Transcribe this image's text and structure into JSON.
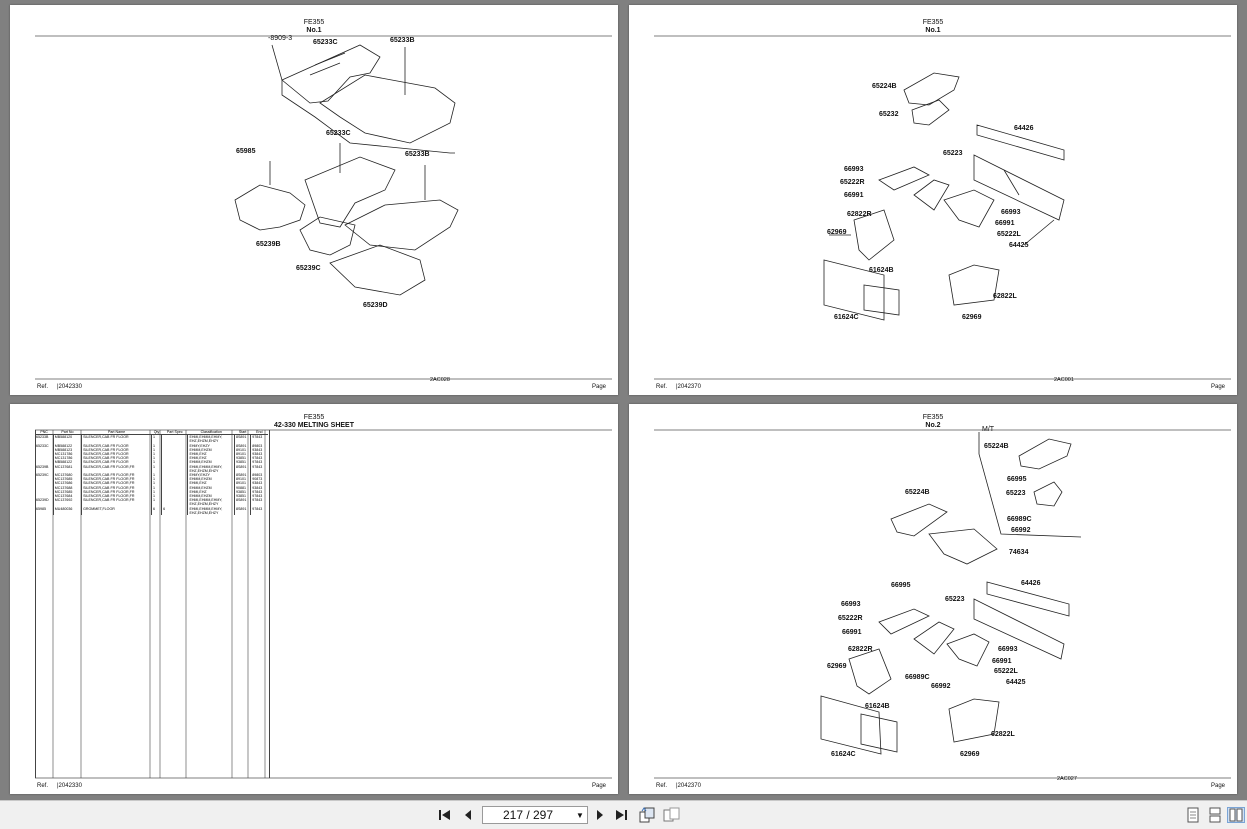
{
  "pages": {
    "p1": {
      "model": "FE355",
      "sub": "No.1",
      "ref_label": "Ref.",
      "ref_num": "|2042330",
      "page_label": "Page",
      "drawing_code": "2AC028",
      "labels": [
        "-8909-3",
        "65233C",
        "65233B",
        "65233C",
        "65233B",
        "65985",
        "65239B",
        "65239C",
        "65239D"
      ]
    },
    "p2": {
      "model": "FE355",
      "sub": "No.1",
      "ref_label": "Ref.",
      "ref_num": "|2042370",
      "page_label": "Page",
      "drawing_code": "2AC001",
      "labels": [
        "65224B",
        "65232",
        "64426",
        "65223",
        "66993",
        "65222R",
        "66991",
        "66993",
        "66991",
        "62822R",
        "65222L",
        "62969",
        "64425",
        "61624B",
        "62822L",
        "61624C",
        "62969"
      ]
    },
    "p3": {
      "model": "FE355",
      "sub": "42-330 MELTING SHEET",
      "ref_label": "Ref.",
      "ref_num": "|2042330",
      "page_label": "Page",
      "table": {
        "headers": [
          "PNC",
          "Part No",
          "Part Name",
          "Qty",
          "Part Spec",
          "Classification",
          "Start",
          "End"
        ],
        "rows": [
          [
            "65233B",
            "MB588120",
            "SILENCER,CAB FR FLOOR",
            "1",
            "",
            "EHMI,EHMM,EHMY,",
            "8S891",
            "97843"
          ],
          [
            "",
            "",
            "",
            "",
            "",
            "EHZ,EHZM,EHZY",
            "",
            ""
          ],
          [
            "65233C",
            "MB588122",
            "SILENCER,CAB FR FLOOR",
            "1",
            "",
            "EHMY,EHZY",
            "8S891",
            "89803"
          ],
          [
            "",
            "MB588123",
            "SILENCER,CAB FR FLOOR",
            "1",
            "",
            "EHMM,EHZM",
            "89101",
            "93843"
          ],
          [
            "",
            "MC131786",
            "SILENCER,CAB FR FLOOR",
            "1",
            "",
            "EHMI,EHZ",
            "89101",
            "93843"
          ],
          [
            "",
            "MC131786",
            "SILENCER,CAB FR FLOOR",
            "1",
            "",
            "EHMI,EHZ",
            "93851",
            "97843"
          ],
          [
            "",
            "MB588122",
            "SILENCER,CAB FR FLOOR",
            "1",
            "",
            "EHMM,EHZM",
            "93851",
            "97843"
          ],
          [
            "65239B",
            "MC137681",
            "SILENCER,CAB FR FLOOR,FR",
            "1",
            "",
            "EHMI,EHMM,EHMY,",
            "8S891",
            "97843"
          ],
          [
            "",
            "",
            "",
            "",
            "",
            "EHZ,EHZM,EHZY",
            "",
            ""
          ],
          [
            "65239C",
            "MC137680",
            "SILENCER,CAB FR FLOOR,FR",
            "1",
            "",
            "EHMY,EHZY",
            "8S891",
            "89803"
          ],
          [
            "",
            "MC137685",
            "SILENCER,CAB FR FLOOR,FR",
            "1",
            "",
            "EHMM,EHZM",
            "89101",
            "90873"
          ],
          [
            "",
            "MC137686",
            "SILENCER,CAB FR FLOOR,FR",
            "1",
            "",
            "EHMI,EHZ",
            "89101",
            "93843"
          ],
          [
            "",
            "MC137688",
            "SILENCER,CAB FR FLOOR,FR",
            "1",
            "",
            "EHMM,EHZM",
            "90881",
            "93843"
          ],
          [
            "",
            "MC137685",
            "SILENCER,CAB FR FLOOR,FR",
            "1",
            "",
            "EHMI,EHZ",
            "93851",
            "97843"
          ],
          [
            "",
            "MC137684",
            "SILENCER,CAB FR FLOOR,FR",
            "1",
            "",
            "EHMM,EHZM",
            "93851",
            "97843"
          ],
          [
            "65239D",
            "MC137692",
            "SILENCER,CAB FR FLOOR,FR",
            "1",
            "",
            "EHMI,EHMM,EHMY,",
            "8S891",
            "97843"
          ],
          [
            "",
            "",
            "",
            "",
            "",
            "EHZ,EHZM,EHZY",
            "",
            ""
          ],
          [
            "65985",
            "MU480036",
            "GROMMET,FLOOR",
            "6",
            "6",
            "EHMI,EHMM,EHMY,",
            "8S891",
            "97843"
          ],
          [
            "",
            "",
            "",
            "",
            "",
            "EHZ,EHZM,EHZY",
            "",
            ""
          ]
        ]
      }
    },
    "p4": {
      "model": "FE355",
      "sub": "No.2",
      "ref_label": "Ref.",
      "ref_num": "|2042370",
      "page_label": "Page",
      "drawing_code": "2AC027",
      "labels": [
        "M/T",
        "65224B",
        "66995",
        "65223",
        "65224B",
        "66989C",
        "66992",
        "74634",
        "64426",
        "66995",
        "65223",
        "66993",
        "65222R",
        "66991",
        "62822R",
        "66993",
        "62969",
        "66991",
        "66989C",
        "65222L",
        "66992",
        "64425",
        "61624B",
        "62822L",
        "61624C",
        "62969"
      ]
    }
  },
  "toolbar": {
    "page_indicator": "217 / 297",
    "first_icon": "first-page-icon",
    "prev_icon": "prev-page-icon",
    "next_icon": "next-page-icon",
    "last_icon": "last-page-icon"
  }
}
